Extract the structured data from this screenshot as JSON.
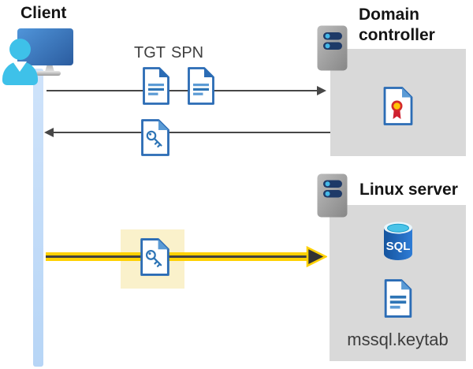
{
  "diagram": {
    "client": {
      "label": "Client"
    },
    "domain_controller": {
      "label": "Domain controller"
    },
    "linux_server": {
      "label": "Linux server",
      "sql_label": "SQL",
      "keytab_label": "mssql.keytab"
    },
    "tickets": {
      "tgt": "TGT",
      "spn": "SPN"
    },
    "flows": [
      {
        "from": "client",
        "to": "domain-controller",
        "items": [
          "TGT",
          "SPN"
        ],
        "style": "thin-gray-arrow",
        "direction": "right"
      },
      {
        "from": "domain-controller",
        "to": "client",
        "items": [
          "key-ticket"
        ],
        "style": "thin-gray-arrow",
        "direction": "left"
      },
      {
        "from": "client",
        "to": "linux-server",
        "items": [
          "key-ticket"
        ],
        "style": "thick-yellow-arrow",
        "direction": "right",
        "highlighted": true
      }
    ]
  },
  "icons": {
    "client": "user-with-monitor-icon",
    "domain_controller": "server-icon",
    "linux_server": "server-icon",
    "tgt": "document-icon",
    "spn": "document-icon",
    "key_ticket": "key-document-icon",
    "certificate": "certificate-document-icon",
    "sql_database": "sql-database-cylinder-icon",
    "keytab_file": "document-icon"
  },
  "colors": {
    "doc_border_blue": "#2b6cb5",
    "doc_line_dark": "#2e75b6",
    "doc_line_light": "#5b9bd5",
    "panel_gray": "#d9d9d9",
    "arrow_gray": "#474747",
    "yellow_arrow": "#ffd103",
    "yellow_highlight_box": "#faf1cb",
    "person_cyan": "#3ec1e9",
    "monitor_blue": "#3a76c0",
    "server_bar_navy": "#1e3a68",
    "server_dot_cyan": "#44b8e8",
    "sql_cylinder_blue": "#1a63b5",
    "client_timeline_blue": "#bfd9f7",
    "certificate_red": "#d42a2a",
    "certificate_gold": "#ffc408"
  }
}
